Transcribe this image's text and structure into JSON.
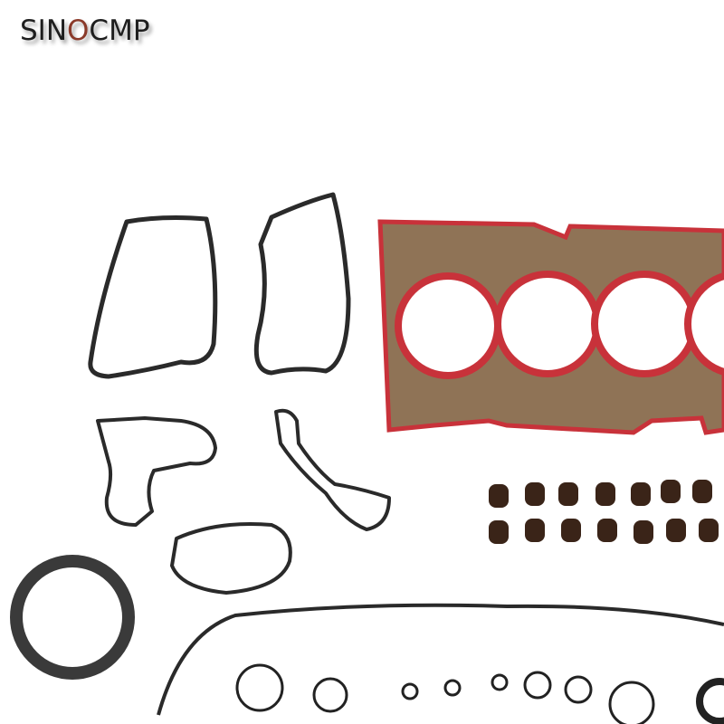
{
  "logo": {
    "text": "SINOCMP",
    "prefix": "SIN",
    "accent_letter": "O",
    "suffix": "CMP"
  },
  "colors": {
    "gasket_red": "#c8323a",
    "gasket_base": "#8f7356",
    "rubber": "#2a2a2a",
    "seal": "#3a2418",
    "logo_accent": "#8a3a2a"
  }
}
